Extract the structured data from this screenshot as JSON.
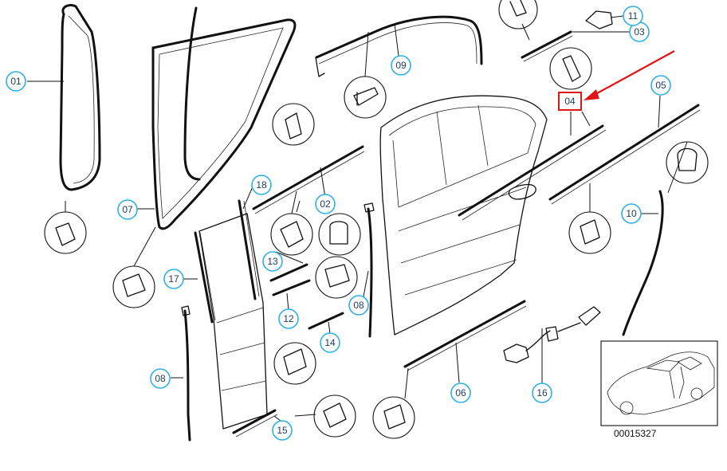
{
  "callouts": [
    {
      "id": "01",
      "label": "01"
    },
    {
      "id": "03",
      "label": "03"
    },
    {
      "id": "11",
      "label": "11"
    },
    {
      "id": "09",
      "label": "09"
    },
    {
      "id": "05",
      "label": "05"
    },
    {
      "id": "18",
      "label": "18"
    },
    {
      "id": "02",
      "label": "02"
    },
    {
      "id": "07",
      "label": "07"
    },
    {
      "id": "10",
      "label": "10"
    },
    {
      "id": "13",
      "label": "13"
    },
    {
      "id": "17",
      "label": "17"
    },
    {
      "id": "08a",
      "label": "08"
    },
    {
      "id": "12",
      "label": "12"
    },
    {
      "id": "14",
      "label": "14"
    },
    {
      "id": "08b",
      "label": "08"
    },
    {
      "id": "06",
      "label": "06"
    },
    {
      "id": "16",
      "label": "16"
    },
    {
      "id": "15",
      "label": "15"
    }
  ],
  "highlighted": {
    "label": "04",
    "color": "#e01414"
  },
  "diagram_number": "00015327",
  "colors": {
    "callout_ring": "#2fb0e6",
    "highlight": "#e01414",
    "ink": "#111111"
  }
}
